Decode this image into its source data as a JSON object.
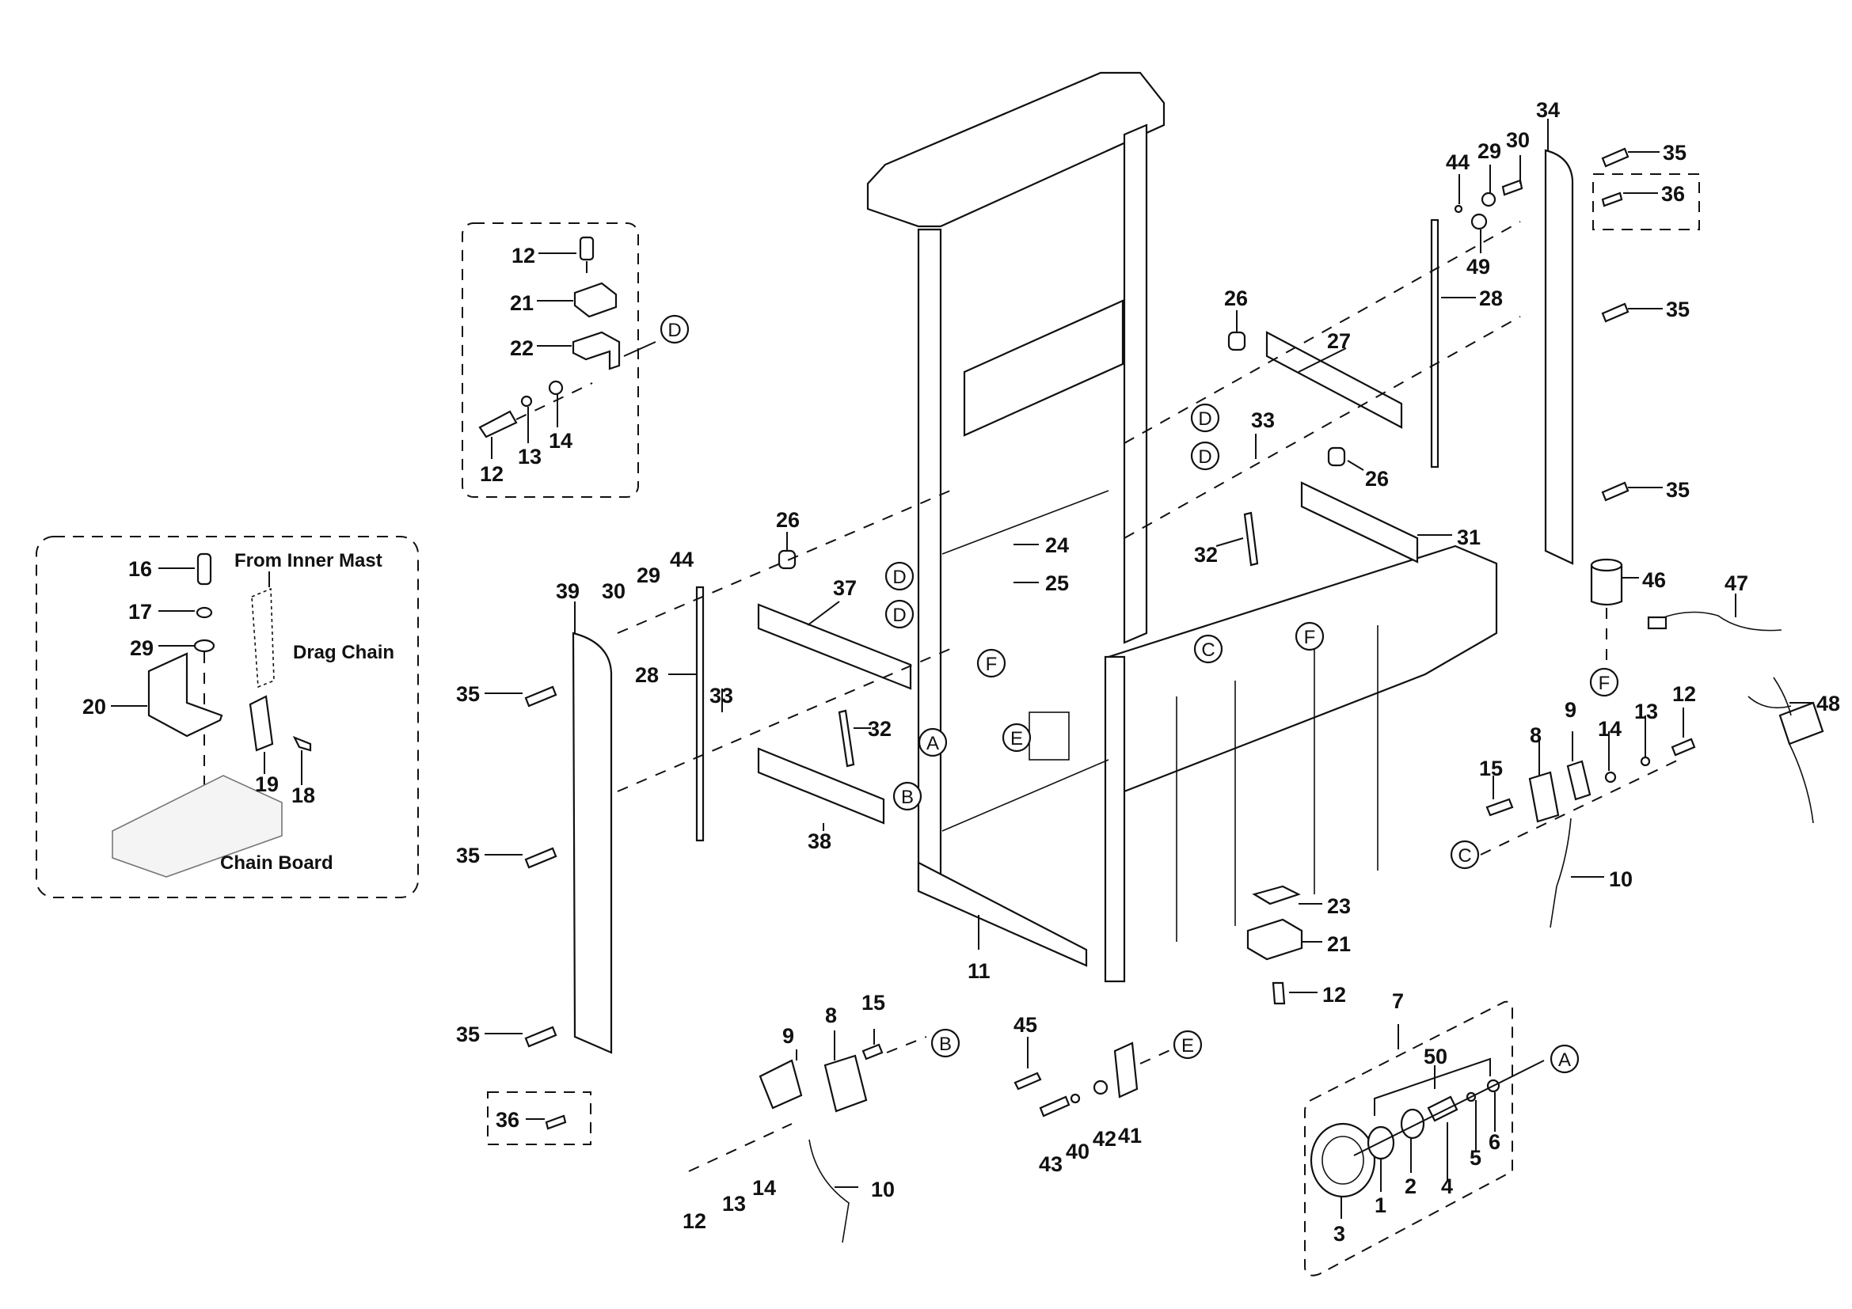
{
  "diagram": {
    "title": "Mast frame assembly exploded view",
    "callouts": [
      {
        "id": "c-12-a",
        "text": "12"
      },
      {
        "id": "c-21-a",
        "text": "21"
      },
      {
        "id": "c-22",
        "text": "22"
      },
      {
        "id": "c-12-b",
        "text": "12"
      },
      {
        "id": "c-13-a",
        "text": "13"
      },
      {
        "id": "c-14-a",
        "text": "14"
      },
      {
        "id": "c-16",
        "text": "16"
      },
      {
        "id": "c-17",
        "text": "17"
      },
      {
        "id": "c-29-a",
        "text": "29"
      },
      {
        "id": "c-20",
        "text": "20"
      },
      {
        "id": "c-19",
        "text": "19"
      },
      {
        "id": "c-18",
        "text": "18"
      },
      {
        "id": "c-39",
        "text": "39"
      },
      {
        "id": "c-30-a",
        "text": "30"
      },
      {
        "id": "c-29-b",
        "text": "29"
      },
      {
        "id": "c-44-a",
        "text": "44"
      },
      {
        "id": "c-35-a",
        "text": "35"
      },
      {
        "id": "c-35-b",
        "text": "35"
      },
      {
        "id": "c-35-c",
        "text": "35"
      },
      {
        "id": "c-28-a",
        "text": "28"
      },
      {
        "id": "c-33-a",
        "text": "33"
      },
      {
        "id": "c-32-a",
        "text": "32"
      },
      {
        "id": "c-38",
        "text": "38"
      },
      {
        "id": "c-37",
        "text": "37"
      },
      {
        "id": "c-26-a",
        "text": "26"
      },
      {
        "id": "c-24",
        "text": "24"
      },
      {
        "id": "c-25",
        "text": "25"
      },
      {
        "id": "c-11",
        "text": "11"
      },
      {
        "id": "c-36-a",
        "text": "36"
      },
      {
        "id": "c-9-a",
        "text": "9"
      },
      {
        "id": "c-8-a",
        "text": "8"
      },
      {
        "id": "c-15-a",
        "text": "15"
      },
      {
        "id": "c-10-a",
        "text": "10"
      },
      {
        "id": "c-12-c",
        "text": "12"
      },
      {
        "id": "c-13-b",
        "text": "13"
      },
      {
        "id": "c-14-b",
        "text": "14"
      },
      {
        "id": "c-45",
        "text": "45"
      },
      {
        "id": "c-43",
        "text": "43"
      },
      {
        "id": "c-40",
        "text": "40"
      },
      {
        "id": "c-42",
        "text": "42"
      },
      {
        "id": "c-41",
        "text": "41"
      },
      {
        "id": "c-23",
        "text": "23"
      },
      {
        "id": "c-21-b",
        "text": "21"
      },
      {
        "id": "c-12-d",
        "text": "12"
      },
      {
        "id": "c-7",
        "text": "7"
      },
      {
        "id": "c-50",
        "text": "50"
      },
      {
        "id": "c-3",
        "text": "3"
      },
      {
        "id": "c-1",
        "text": "1"
      },
      {
        "id": "c-2",
        "text": "2"
      },
      {
        "id": "c-4",
        "text": "4"
      },
      {
        "id": "c-5",
        "text": "5"
      },
      {
        "id": "c-6",
        "text": "6"
      },
      {
        "id": "c-44-b",
        "text": "44"
      },
      {
        "id": "c-29-c",
        "text": "29"
      },
      {
        "id": "c-30-b",
        "text": "30"
      },
      {
        "id": "c-34",
        "text": "34"
      },
      {
        "id": "c-35-d",
        "text": "35"
      },
      {
        "id": "c-36-b",
        "text": "36"
      },
      {
        "id": "c-49",
        "text": "49"
      },
      {
        "id": "c-28-b",
        "text": "28"
      },
      {
        "id": "c-35-e",
        "text": "35"
      },
      {
        "id": "c-26-b",
        "text": "26"
      },
      {
        "id": "c-27",
        "text": "27"
      },
      {
        "id": "c-33-b",
        "text": "33"
      },
      {
        "id": "c-26-c",
        "text": "26"
      },
      {
        "id": "c-31",
        "text": "31"
      },
      {
        "id": "c-32-b",
        "text": "32"
      },
      {
        "id": "c-35-f",
        "text": "35"
      },
      {
        "id": "c-46",
        "text": "46"
      },
      {
        "id": "c-47",
        "text": "47"
      },
      {
        "id": "c-48",
        "text": "48"
      },
      {
        "id": "c-9-b",
        "text": "9"
      },
      {
        "id": "c-8-b",
        "text": "8"
      },
      {
        "id": "c-15-b",
        "text": "15"
      },
      {
        "id": "c-14-c",
        "text": "14"
      },
      {
        "id": "c-13-c",
        "text": "13"
      },
      {
        "id": "c-12-e",
        "text": "12"
      },
      {
        "id": "c-10-b",
        "text": "10"
      }
    ],
    "references": [
      {
        "id": "ref-D-1",
        "text": "D"
      },
      {
        "id": "ref-D-2",
        "text": "D"
      },
      {
        "id": "ref-D-3",
        "text": "D"
      },
      {
        "id": "ref-D-4",
        "text": "D"
      },
      {
        "id": "ref-D-5",
        "text": "D"
      },
      {
        "id": "ref-F-1",
        "text": "F"
      },
      {
        "id": "ref-F-2",
        "text": "F"
      },
      {
        "id": "ref-F-3",
        "text": "F"
      },
      {
        "id": "ref-A-1",
        "text": "A"
      },
      {
        "id": "ref-A-2",
        "text": "A"
      },
      {
        "id": "ref-B-1",
        "text": "B"
      },
      {
        "id": "ref-B-2",
        "text": "B"
      },
      {
        "id": "ref-C-1",
        "text": "C"
      },
      {
        "id": "ref-C-2",
        "text": "C"
      },
      {
        "id": "ref-E-1",
        "text": "E"
      },
      {
        "id": "ref-E-2",
        "text": "E"
      }
    ],
    "notes": {
      "from_inner_mast": "From Inner Mast",
      "drag_chain": "Drag Chain",
      "chain_board": "Chain Board"
    }
  }
}
